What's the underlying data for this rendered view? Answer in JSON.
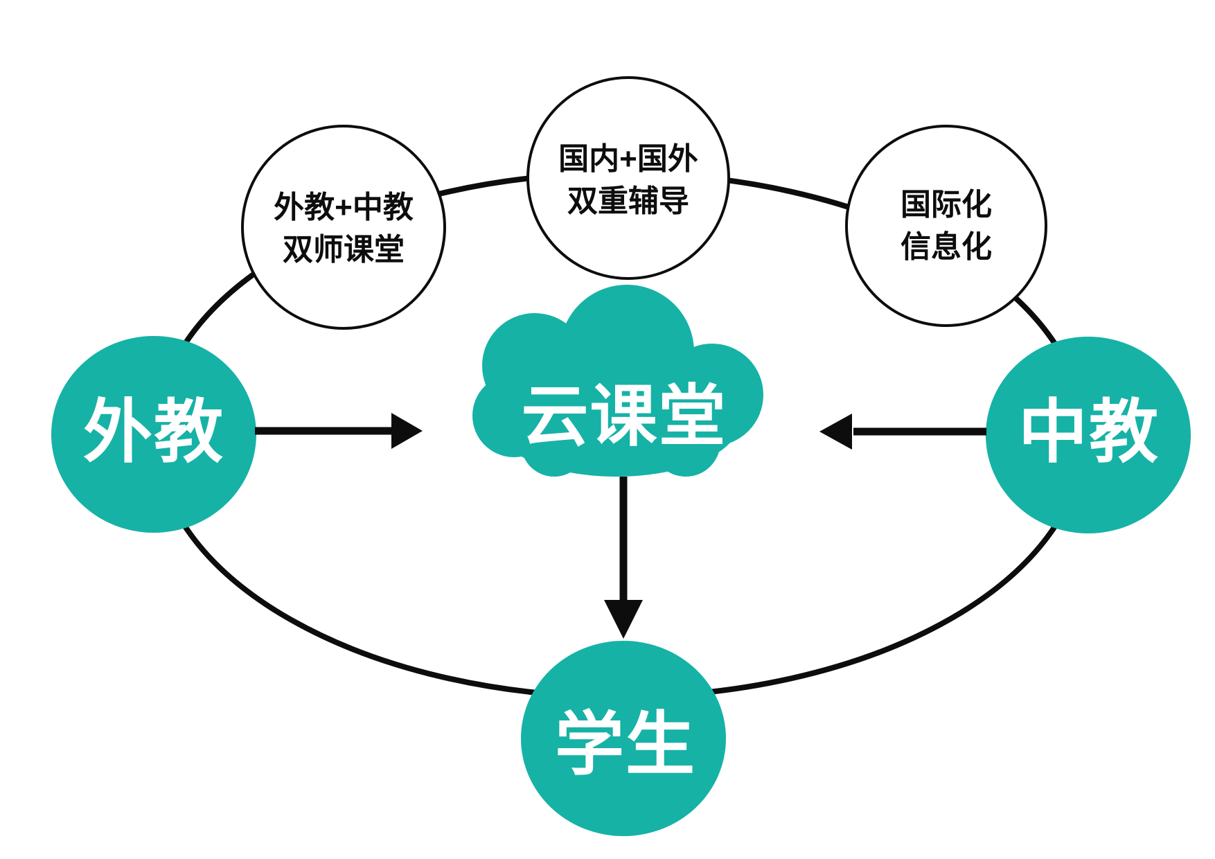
{
  "diagram": {
    "title_hint": "cloud-classroom-teaching-model",
    "colors": {
      "teal": "#16B2A6",
      "line_black": "#0d0d0d",
      "bubble_fill": "#ffffff",
      "background": "#ffffff"
    },
    "nodes": {
      "foreign_teacher": {
        "label": "外教"
      },
      "chinese_teacher": {
        "label": "中教"
      },
      "cloud_classroom": {
        "label": "云课堂"
      },
      "student": {
        "label": "学生"
      }
    },
    "bubbles": [
      {
        "id": "dual-teacher-classroom",
        "line1": "外教+中教",
        "line2": "双师课堂"
      },
      {
        "id": "dual-tutoring",
        "line1": "国内+国外",
        "line2": "双重辅导"
      },
      {
        "id": "international-informatization",
        "line1": "国际化",
        "line2": "信息化"
      }
    ],
    "arrows": [
      {
        "id": "foreign-teacher-to-cloud",
        "direction": "right"
      },
      {
        "id": "chinese-teacher-to-cloud",
        "direction": "left"
      },
      {
        "id": "cloud-to-student",
        "direction": "down"
      }
    ]
  }
}
